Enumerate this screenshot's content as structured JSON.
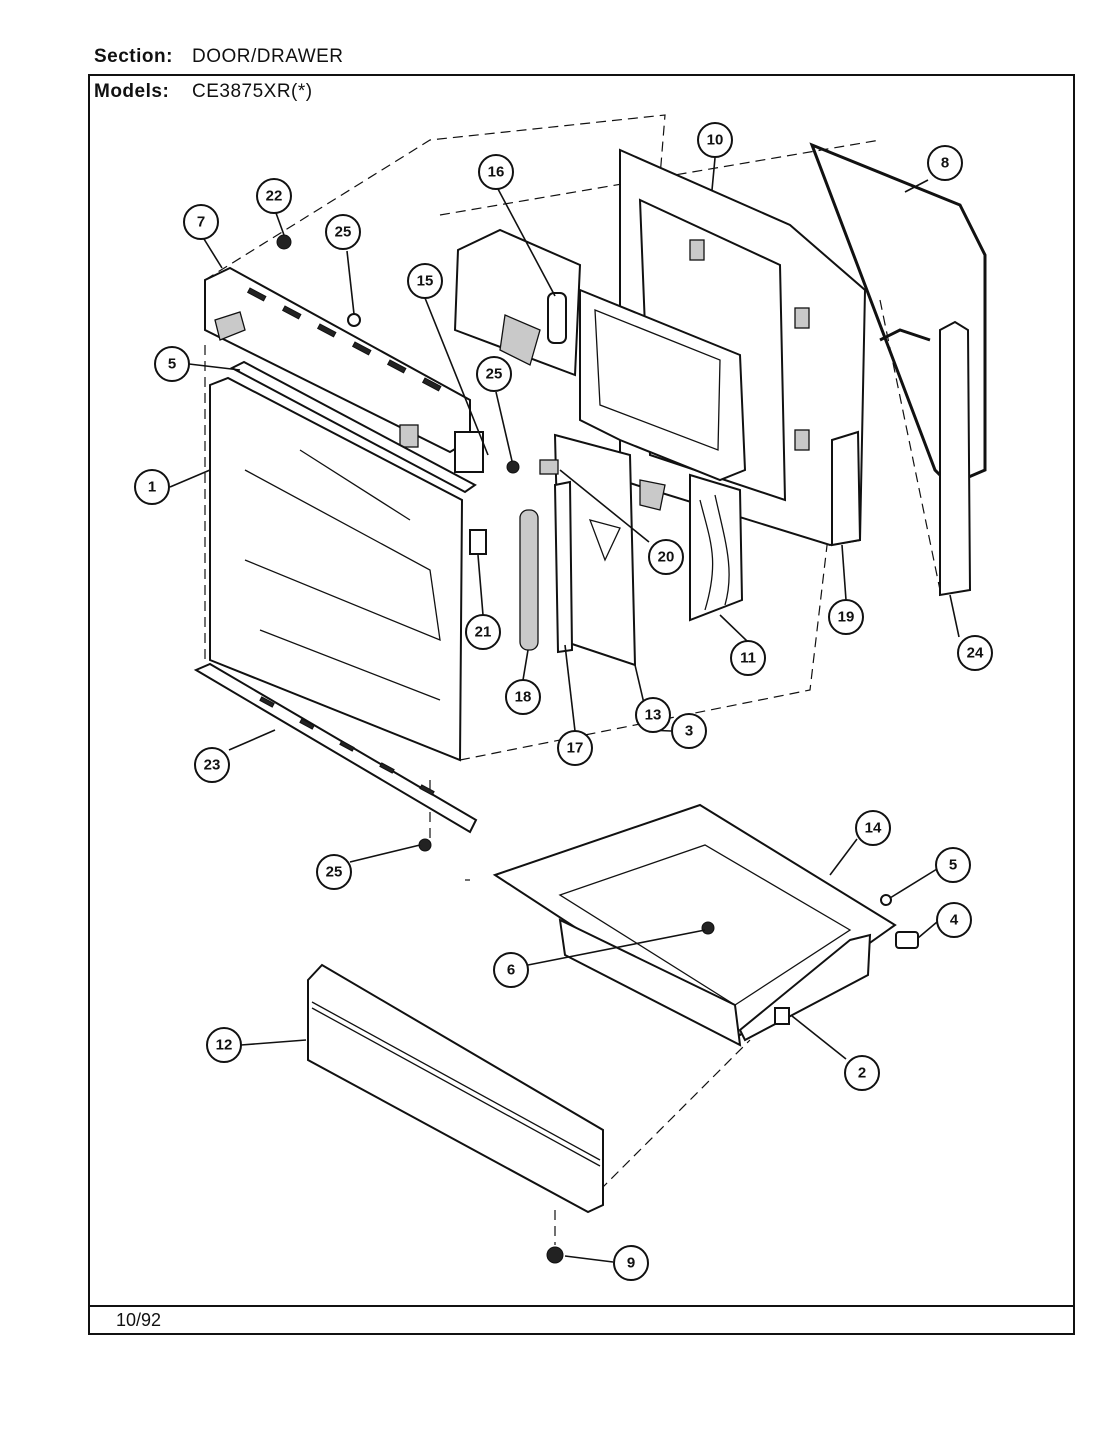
{
  "header": {
    "section_label": "Section:",
    "section_value": "DOOR/DRAWER",
    "models_label": "Models:",
    "models_value": "CE3875XR(*)"
  },
  "footer": {
    "date": "10/92"
  },
  "callouts": [
    {
      "id": "c1",
      "label": "1"
    },
    {
      "id": "c2",
      "label": "2"
    },
    {
      "id": "c3",
      "label": "3"
    },
    {
      "id": "c4",
      "label": "4"
    },
    {
      "id": "c5a",
      "label": "5"
    },
    {
      "id": "c5b",
      "label": "5"
    },
    {
      "id": "c6",
      "label": "6"
    },
    {
      "id": "c7",
      "label": "7"
    },
    {
      "id": "c8",
      "label": "8"
    },
    {
      "id": "c9",
      "label": "9"
    },
    {
      "id": "c10",
      "label": "10"
    },
    {
      "id": "c11",
      "label": "11"
    },
    {
      "id": "c12",
      "label": "12"
    },
    {
      "id": "c13",
      "label": "13"
    },
    {
      "id": "c14",
      "label": "14"
    },
    {
      "id": "c15",
      "label": "15"
    },
    {
      "id": "c16",
      "label": "16"
    },
    {
      "id": "c17",
      "label": "17"
    },
    {
      "id": "c18",
      "label": "18"
    },
    {
      "id": "c19",
      "label": "19"
    },
    {
      "id": "c20",
      "label": "20"
    },
    {
      "id": "c21",
      "label": "21"
    },
    {
      "id": "c22",
      "label": "22"
    },
    {
      "id": "c23",
      "label": "23"
    },
    {
      "id": "c24",
      "label": "24"
    },
    {
      "id": "c25a",
      "label": "25"
    },
    {
      "id": "c25b",
      "label": "25"
    },
    {
      "id": "c25c",
      "label": "25"
    }
  ]
}
